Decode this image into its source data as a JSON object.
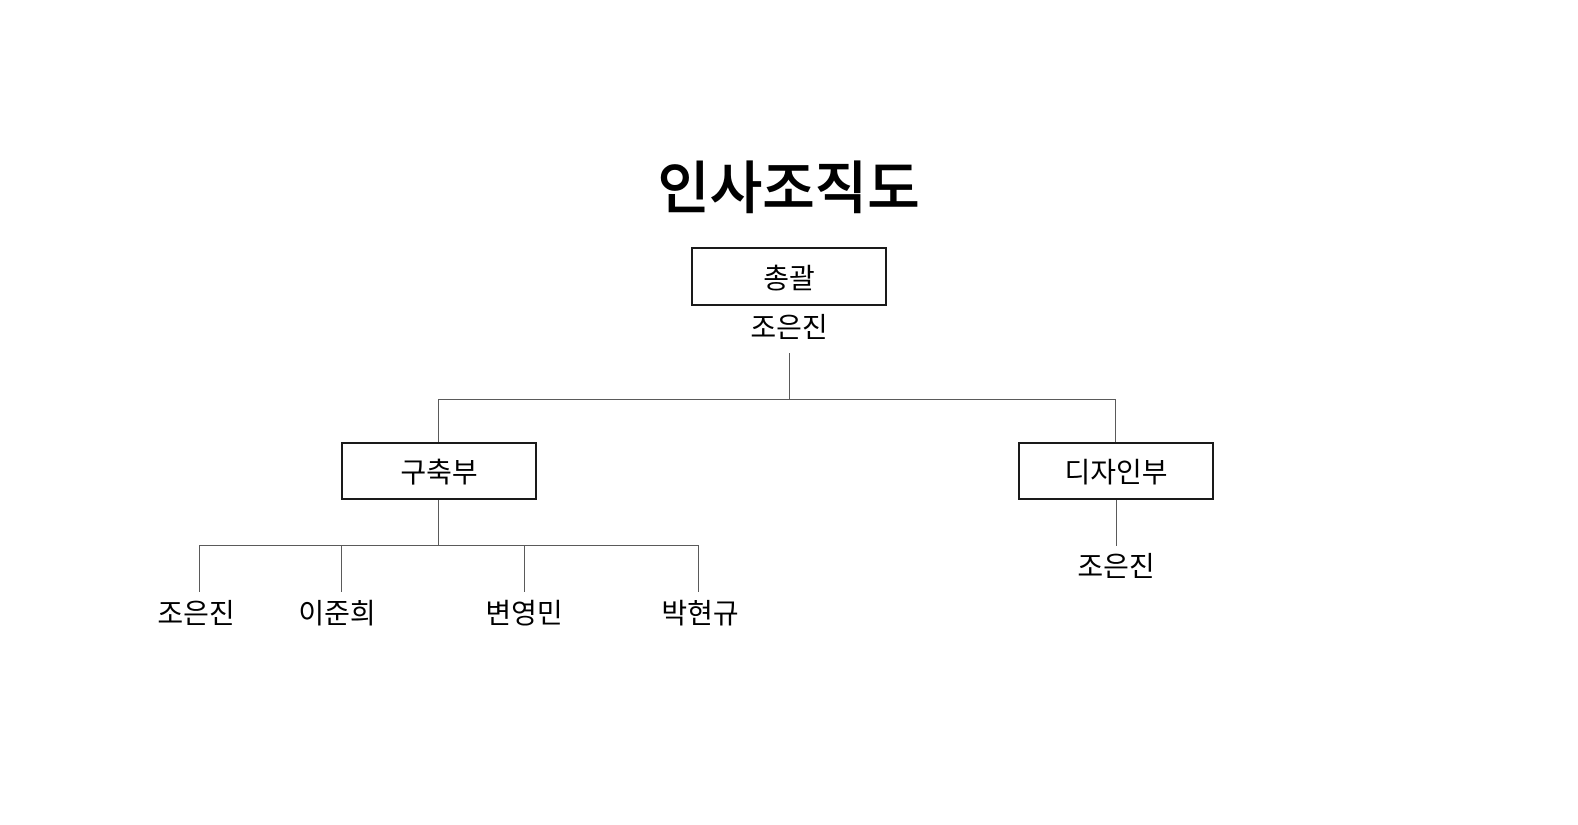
{
  "title": "인사조직도",
  "root": {
    "unit": "총괄",
    "manager": "조은진"
  },
  "departments": [
    {
      "unit": "구축부",
      "members": [
        "조은진",
        "이준희",
        "변영민",
        "박현규"
      ]
    },
    {
      "unit": "디자인부",
      "members": [
        "조은진"
      ]
    }
  ]
}
